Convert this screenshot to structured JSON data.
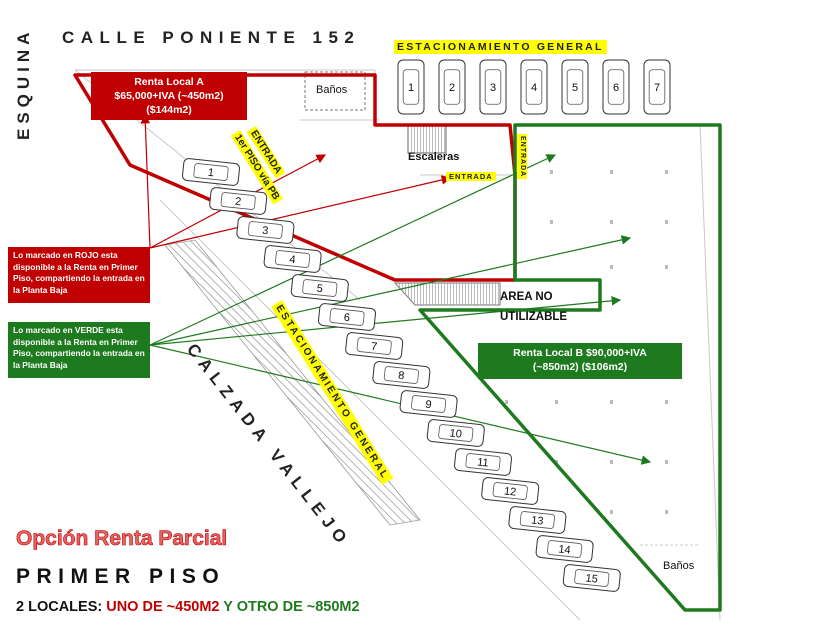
{
  "streets": {
    "top": "CALLE PONIENTE 152",
    "corner": "ESQUINA",
    "diagonal": "CALZADA VALLEJO"
  },
  "parking": {
    "general_top": "ESTACIONAMIENTO GENERAL",
    "general_diagonal": "ESTACIONAMIENTO GENERAL",
    "top_spots": [
      "1",
      "2",
      "3",
      "4",
      "5",
      "6",
      "7"
    ],
    "diagonal_spots": [
      "1",
      "2",
      "3",
      "4",
      "5",
      "6",
      "7",
      "8",
      "9",
      "10",
      "11",
      "12",
      "13",
      "14",
      "15"
    ]
  },
  "entrances": {
    "local_a_entry": "ENTRADA",
    "local_a_entry_sub": "1er PISO vía PB",
    "top_entry": "ENTRADA",
    "side_entry": "ENTRADA"
  },
  "facilities": {
    "bathrooms_top": "Baños",
    "bathrooms_bottom": "Baños",
    "stairs": "Escaleras",
    "unusable_area": "AREA NO UTILIZABLE"
  },
  "local_a": {
    "title": "Renta Local A",
    "price": "$65,000+IVA (~450m2)",
    "per_m2": "($144m2)",
    "color": "#c00000"
  },
  "local_b": {
    "title": "Renta Local B $90,000+IVA",
    "detail": "(~850m2) ($106m2)",
    "color": "#1e7a1e"
  },
  "notes": {
    "red": "Lo marcado en ROJO esta disponible a la Renta en Primer Piso, compartiendo la entrada en la Planta Baja",
    "green": "Lo marcado en VERDE esta disponible a la Renta en Primer Piso, compartiendo la entrada en la Planta Baja"
  },
  "footer": {
    "option": "Opción Renta Parcial",
    "floor": "PRIMER PISO",
    "prefix": "2 LOCALES: ",
    "red_part": "UNO DE ~450M2",
    "joiner": " Y ",
    "green_part": "OTRO DE ~850M2"
  },
  "colors": {
    "red": "#c00000",
    "green": "#1e7a1e",
    "yellow": "#ffff00"
  }
}
